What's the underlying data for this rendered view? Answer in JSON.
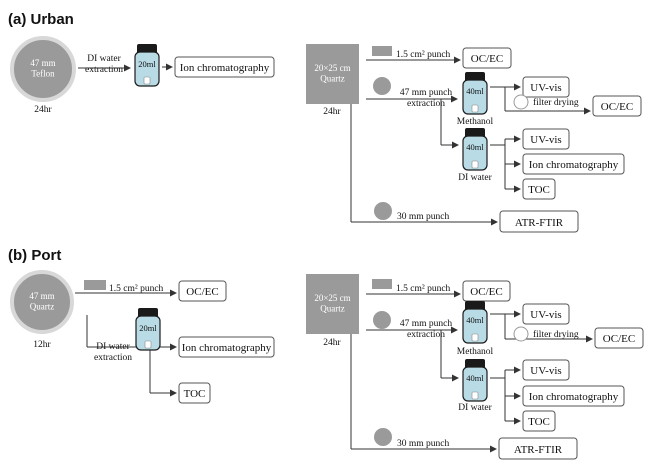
{
  "urban": {
    "title": "(a) Urban",
    "teflon_filter": "47 mm|Teflon",
    "teflon_time": "24hr",
    "di_water_extraction": "DI water|extraction",
    "vial_20ml": "20ml",
    "ion_chromatography_1": "Ion chromatography",
    "quartz_filter": "20×25 cm|Quartz",
    "quartz_time": "24hr",
    "punch_small": "1.5 cm² punch",
    "oc_ec_1": "OC/EC",
    "punch_47": "47 mm punch|extraction",
    "vial_methanol": "40ml",
    "methanol_label": "Methanol",
    "uv_vis_1": "UV-vis",
    "filter_drying": "filter drying",
    "oc_ec_2": "OC/EC",
    "vial_di": "40ml",
    "di_water_label": "DI water",
    "uv_vis_2": "UV-vis",
    "ion_chromatography_2": "Ion chromatography",
    "toc": "TOC",
    "punch_30": "30 mm punch",
    "atr_ftir": "ATR-FTIR"
  },
  "port": {
    "title": "(b) Port",
    "quartz_small": "47 mm|Quartz",
    "quartz_small_time": "12hr",
    "punch_small_1": "1.5 cm² punch",
    "oc_ec_1": "OC/EC",
    "vial_20ml": "20ml",
    "di_water_extraction": "DI water|extraction",
    "ion_chromatography_1": "Ion chromatography",
    "toc_1": "TOC",
    "quartz_filter": "20×25 cm|Quartz",
    "quartz_time": "24hr",
    "punch_small_2": "1.5 cm² punch",
    "oc_ec_2": "OC/EC",
    "punch_47": "47 mm punch|extraction",
    "vial_methanol": "40ml",
    "methanol_label": "Methanol",
    "uv_vis_1": "UV-vis",
    "filter_drying": "filter drying",
    "oc_ec_3": "OC/EC",
    "vial_di": "40ml",
    "di_water_label": "DI water",
    "uv_vis_2": "UV-vis",
    "ion_chromatography_2": "Ion chromatography",
    "toc_2": "TOC",
    "punch_30": "30 mm punch",
    "atr_ftir": "ATR-FTIR"
  }
}
